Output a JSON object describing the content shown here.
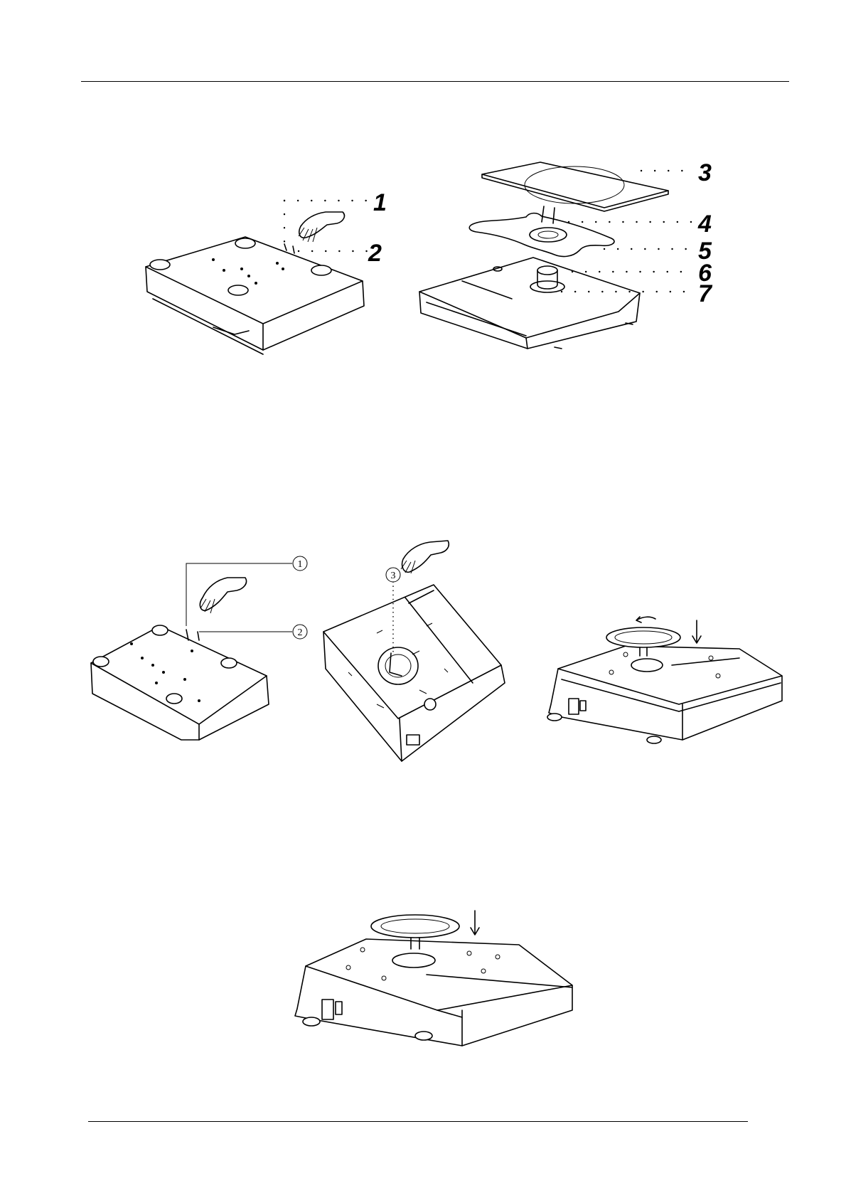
{
  "figure_1": {
    "callouts": [
      {
        "number": "1"
      },
      {
        "number": "2"
      },
      {
        "number": "3"
      },
      {
        "number": "4"
      },
      {
        "number": "5"
      },
      {
        "number": "6"
      },
      {
        "number": "7"
      }
    ]
  },
  "figure_2": {
    "callouts": [
      {
        "number": "1"
      },
      {
        "number": "2"
      },
      {
        "number": "3"
      }
    ]
  },
  "icons": [
    "hand-icon",
    "down-arrow-icon",
    "rotate-arrow-icon"
  ],
  "colors": {
    "line": "#000000",
    "background": "#ffffff"
  }
}
